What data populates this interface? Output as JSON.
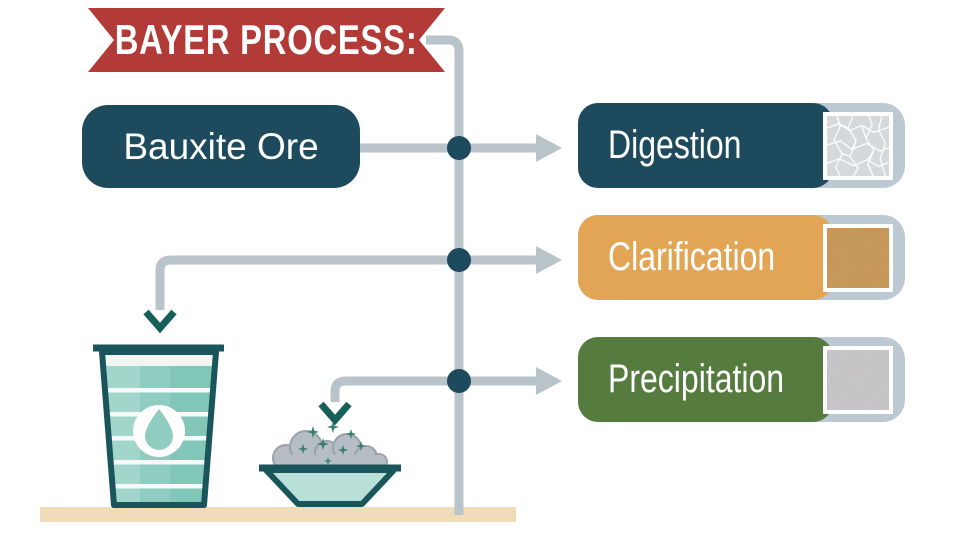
{
  "banner": {
    "title": "BAYER PROCESS:",
    "color": "#b23b37"
  },
  "source_box": {
    "label": "Bauxite Ore",
    "color": "#1d4a5c"
  },
  "stages": [
    {
      "label": "Digestion",
      "color": "#1d4a5c",
      "swatch": "cracked-clay-texture"
    },
    {
      "label": "Clarification",
      "color": "#e2a556",
      "swatch": "ochre-grain-texture"
    },
    {
      "label": "Precipitation",
      "color": "#567b3e",
      "swatch": "white-powder-texture"
    }
  ],
  "illustrations": {
    "cup": "cup-of-liquor-with-water-drop",
    "bowl": "bowl-with-precipitate-crystals"
  },
  "colors": {
    "connector_gray": "#b9c3ca",
    "node_dot_teal": "#1d4a5c",
    "down_arrow_teal": "#17605a",
    "water_teal": "#8ecdbf",
    "bowl_teal": "#b9e0d8",
    "precipitate_gray": "#b6bdc5",
    "floor_tan": "#f0dcb8",
    "outline_teal": "#19555b"
  }
}
